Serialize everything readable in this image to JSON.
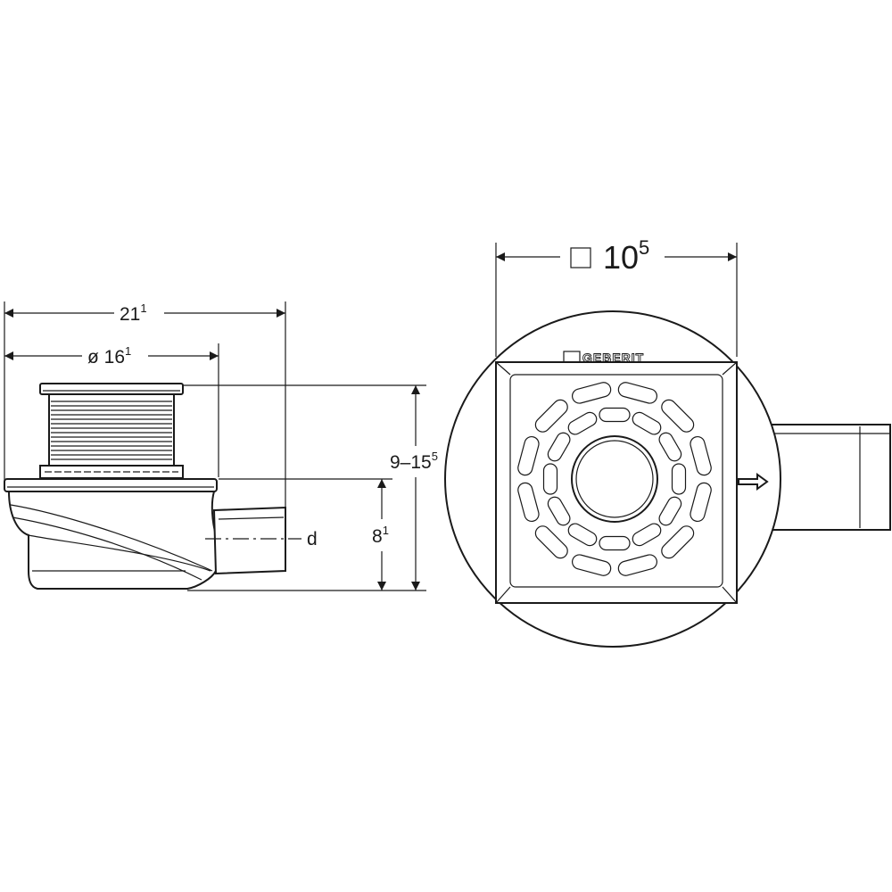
{
  "side_view": {
    "overall_width": {
      "main": "21",
      "sup": "1"
    },
    "outlet_diameter": {
      "prefix": "ø ",
      "main": "16",
      "sup": "1"
    },
    "total_height": {
      "main": "9–15",
      "sup": "5"
    },
    "body_height": {
      "main": "8",
      "sup": "1"
    },
    "pipe_label": "d"
  },
  "top_view": {
    "grate_size": {
      "symbol": "□",
      "main": "10",
      "sup": "5"
    },
    "brand": "GEBERIT"
  },
  "colors": {
    "line": "#1a1a1a",
    "background": "#ffffff"
  }
}
